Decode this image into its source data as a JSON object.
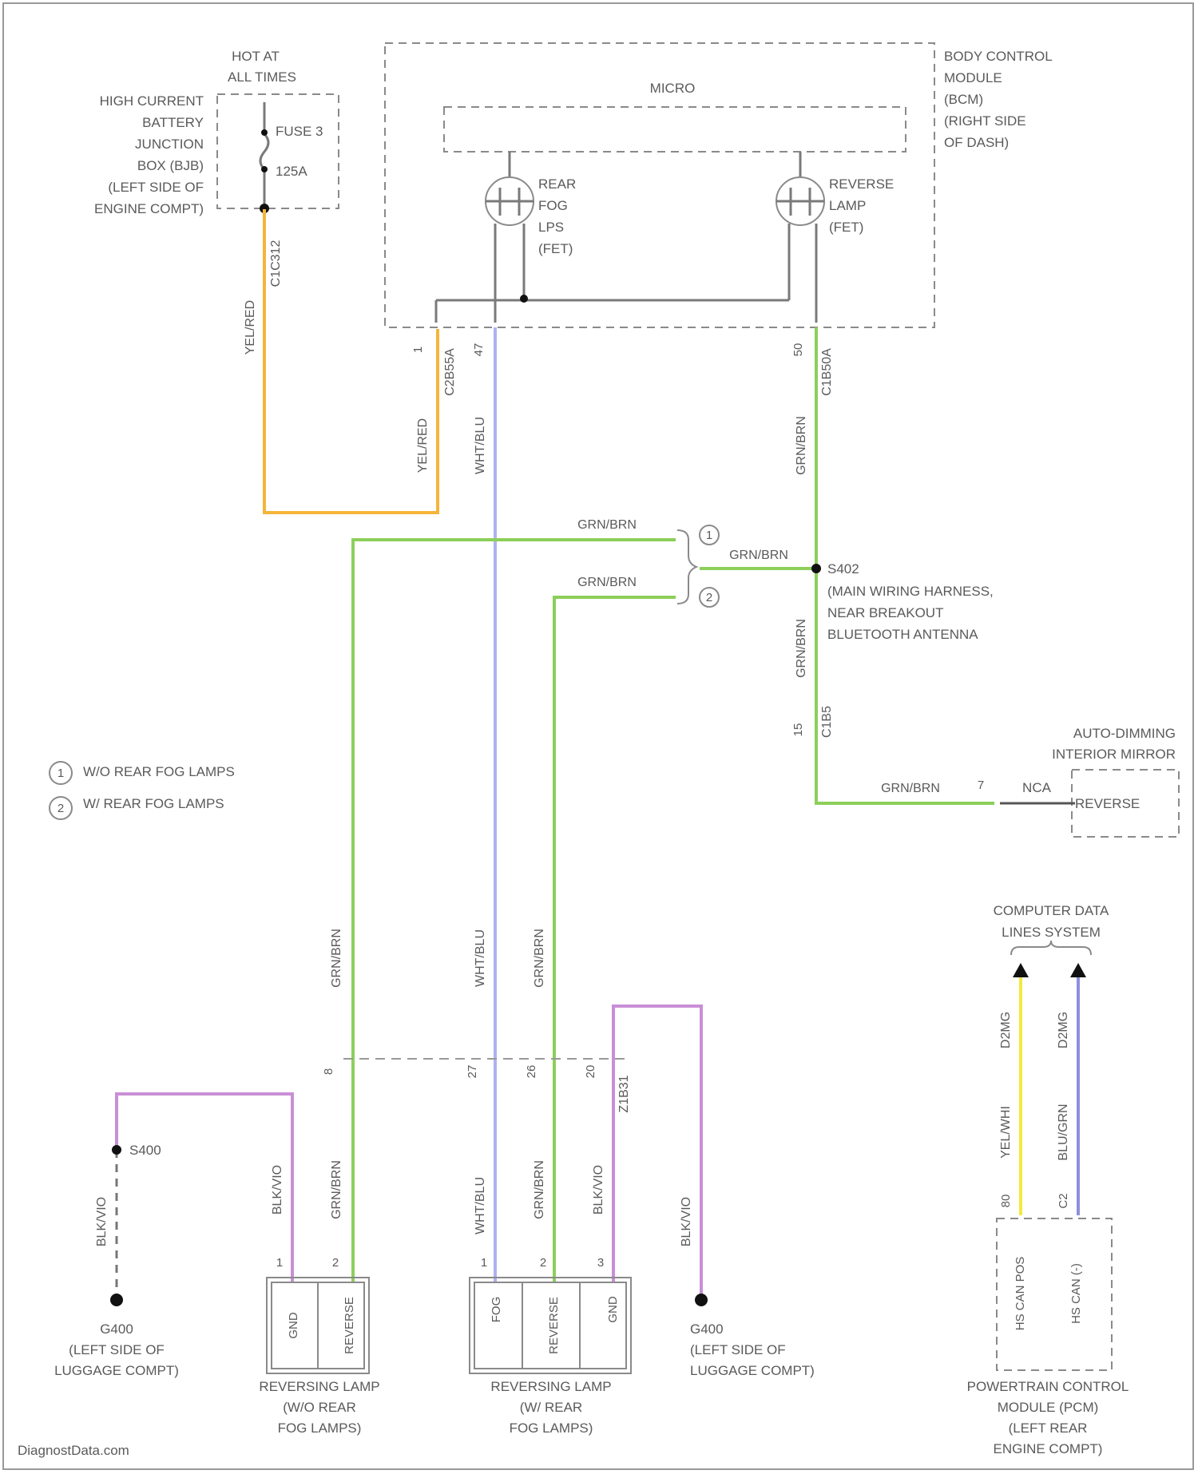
{
  "colors": {
    "yel_red": "#f5b53a",
    "wht_blu": "#aeb2f0",
    "grn_brn": "#8ccf5a",
    "blk_vio": "#c98fd6",
    "yel_bus": "#f2ea3c",
    "blu_bus": "#8f8fe0",
    "gray": "#7a7a7a"
  },
  "fuse_box": {
    "hot_label": [
      "HOT AT",
      "ALL TIMES"
    ],
    "name": [
      "HIGH CURRENT",
      "BATTERY",
      "JUNCTION",
      "BOX (BJB)",
      "(LEFT SIDE OF",
      "ENGINE COMPT)"
    ],
    "fuse": "FUSE 3",
    "rating": "125A"
  },
  "bcm": {
    "name": [
      "BODY CONTROL",
      "MODULE",
      "(BCM)",
      "(RIGHT SIDE",
      "OF DASH)"
    ],
    "micro": "MICRO",
    "rear_fog_fet": [
      "REAR",
      "FOG",
      "LPS",
      "(FET)"
    ],
    "reverse_fet": [
      "REVERSE",
      "LAMP",
      "(FET)"
    ],
    "pins": [
      "1",
      "47",
      "50"
    ]
  },
  "wires": {
    "yel_red": "YEL/RED",
    "grn_brn": "GRN/BRN",
    "wht_blu": "WHT/BLU",
    "blk_vio": "BLK/VIO",
    "yel_whi": "YEL/WHI",
    "blu_grn": "BLU/GRN",
    "circuits": {
      "c1": "C1C312",
      "c2": "C2B55A",
      "c3": "C1B50A",
      "c4": "C1B5",
      "c5": "Z1B31",
      "c6": "D2MG",
      "c7": "D2MG"
    }
  },
  "splice": {
    "id": "S402",
    "desc": [
      "(MAIN WIRING HARNESS,",
      "NEAR BREAKOUT",
      "BLUETOOTH ANTENNA"
    ]
  },
  "legend": [
    {
      "num": "1",
      "text": "W/O REAR FOG LAMPS"
    },
    {
      "num": "2",
      "text": "W/ REAR FOG LAMPS"
    }
  ],
  "mirror": {
    "name": [
      "AUTO-DIMMING",
      "INTERIOR MIRROR"
    ],
    "pin": "7",
    "nca": "NCA",
    "reverse": "REVERSE",
    "connector_pin": "15"
  },
  "data_lines": {
    "name": [
      "COMPUTER DATA",
      "LINES SYSTEM"
    ],
    "pins": [
      "80",
      "C2"
    ]
  },
  "pcm": {
    "name": [
      "POWERTRAIN CONTROL",
      "MODULE (PCM)",
      "(LEFT REAR",
      "ENGINE COMPT)"
    ],
    "pins": [
      "HS CAN POS",
      "HS CAN (-)"
    ]
  },
  "rear_connector_pins": [
    "8",
    "27",
    "26",
    "20"
  ],
  "ground_left": {
    "id": "G400",
    "splice": "S400",
    "desc": [
      "(LEFT SIDE OF",
      "LUGGAGE COMPT)"
    ]
  },
  "ground_right": {
    "id": "G400",
    "desc": [
      "(LEFT SIDE OF",
      "LUGGAGE COMPT)"
    ]
  },
  "lamp1": {
    "name": [
      "REVERSING LAMP",
      "(W/O REAR",
      "FOG LAMPS)"
    ],
    "pins": [
      "GND",
      "REVERSE"
    ],
    "pin_nums": [
      "1",
      "2"
    ]
  },
  "lamp2": {
    "name": [
      "REVERSING LAMP",
      "(W/ REAR",
      "FOG LAMPS)"
    ],
    "pins": [
      "FOG",
      "REVERSE",
      "GND"
    ],
    "pin_nums": [
      "1",
      "2",
      "3"
    ]
  },
  "watermark": "DiagnostData.com"
}
